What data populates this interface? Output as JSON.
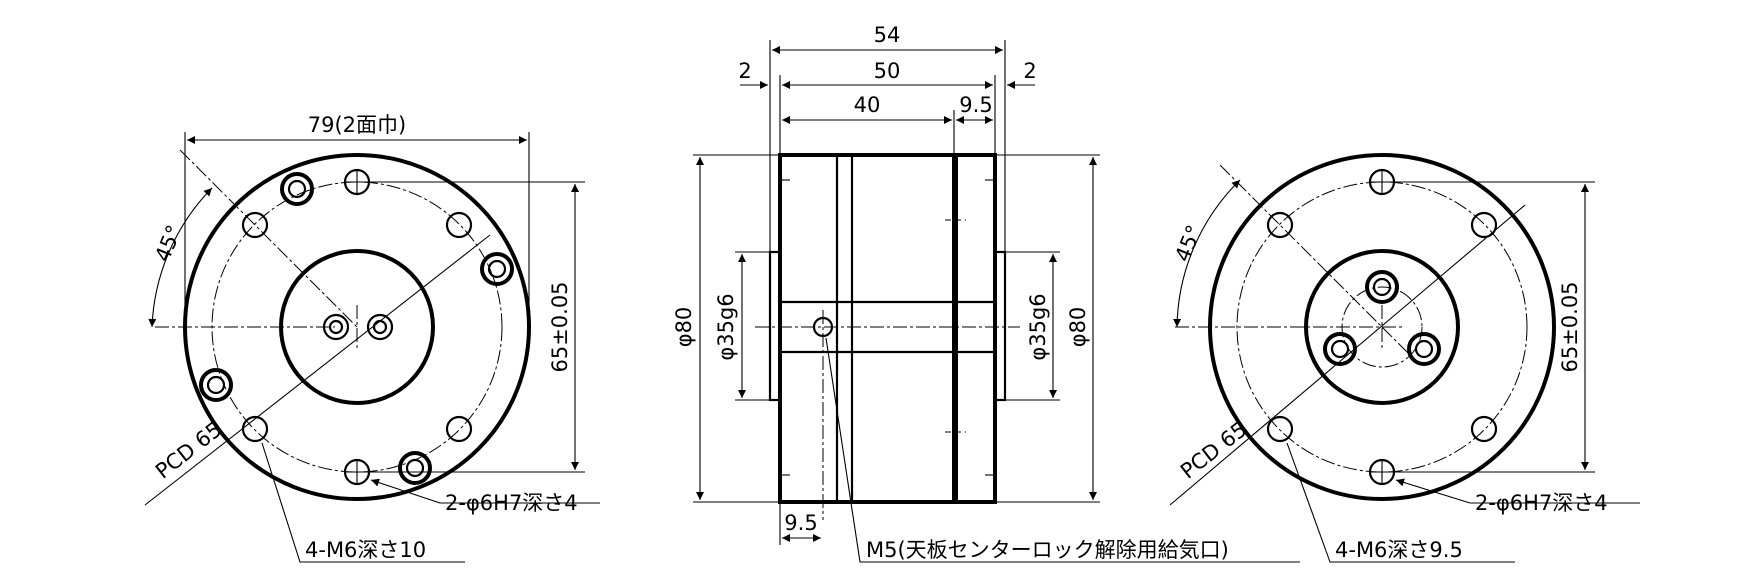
{
  "left_view": {
    "width_dim": "79(2面巾)",
    "angle_dim": "45°",
    "height_dim": "65±0.05",
    "pcd_label": "PCD 65",
    "pin_hole_note": "2-φ6H7深さ4",
    "tap_note": "4-M6深さ10"
  },
  "side_view": {
    "total_length": "54",
    "body_length": "50",
    "left_offset": "2",
    "right_offset": "2",
    "section_length": "40",
    "plate_thickness": "9.5",
    "port_offset": "9.5",
    "left_outer_dia": "φ80",
    "left_boss_dia": "φ35g6",
    "right_boss_dia": "φ35g6",
    "right_outer_dia": "φ80",
    "port_note": "M5(天板センターロック解除用給気口)"
  },
  "right_view": {
    "angle_dim": "45°",
    "height_dim": "65±0.05",
    "pcd_label": "PCD 65",
    "pin_hole_note": "2-φ6H7深さ4",
    "tap_note": "4-M6深さ9.5"
  }
}
